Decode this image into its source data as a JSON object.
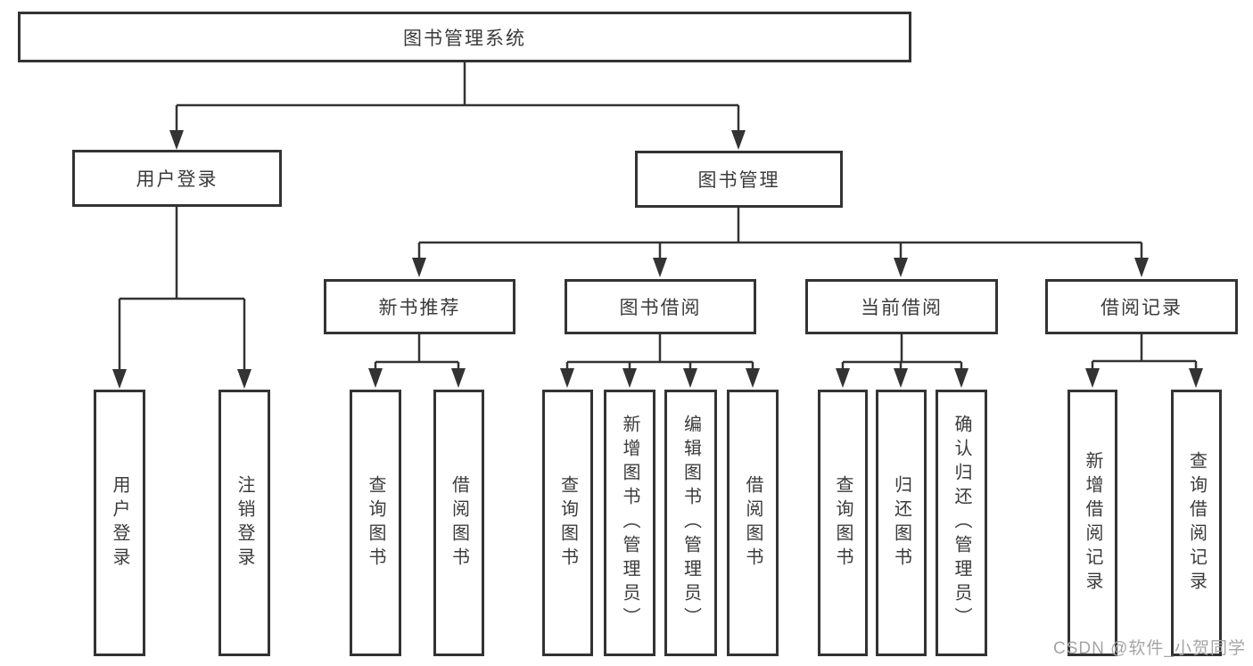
{
  "watermark": {
    "text": "CSDN @软件_小贺同学"
  },
  "colors": {
    "line": "#333333",
    "box_border": "#333333",
    "text": "#3b3b3b",
    "watermark": "#a5a5a5",
    "background": "#ffffff"
  },
  "tree": {
    "root": {
      "label": "图书管理系统"
    },
    "branches": [
      {
        "label": "用户登录",
        "leaves": [
          {
            "label": "用户登录"
          },
          {
            "label": "注销登录"
          }
        ]
      },
      {
        "label": "图书管理",
        "sections": [
          {
            "label": "新书推荐",
            "leaves": [
              {
                "label": "查询图书"
              },
              {
                "label": "借阅图书"
              }
            ]
          },
          {
            "label": "图书借阅",
            "leaves": [
              {
                "label": "查询图书"
              },
              {
                "label": "新增图书（管理员）"
              },
              {
                "label": "编辑图书（管理员）"
              },
              {
                "label": "借阅图书"
              }
            ]
          },
          {
            "label": "当前借阅",
            "leaves": [
              {
                "label": "查询图书"
              },
              {
                "label": "归还图书"
              },
              {
                "label": "确认归还（管理员）"
              }
            ]
          },
          {
            "label": "借阅记录",
            "leaves": [
              {
                "label": "新增借阅记录"
              },
              {
                "label": "查询借阅记录"
              }
            ]
          }
        ]
      }
    ]
  }
}
